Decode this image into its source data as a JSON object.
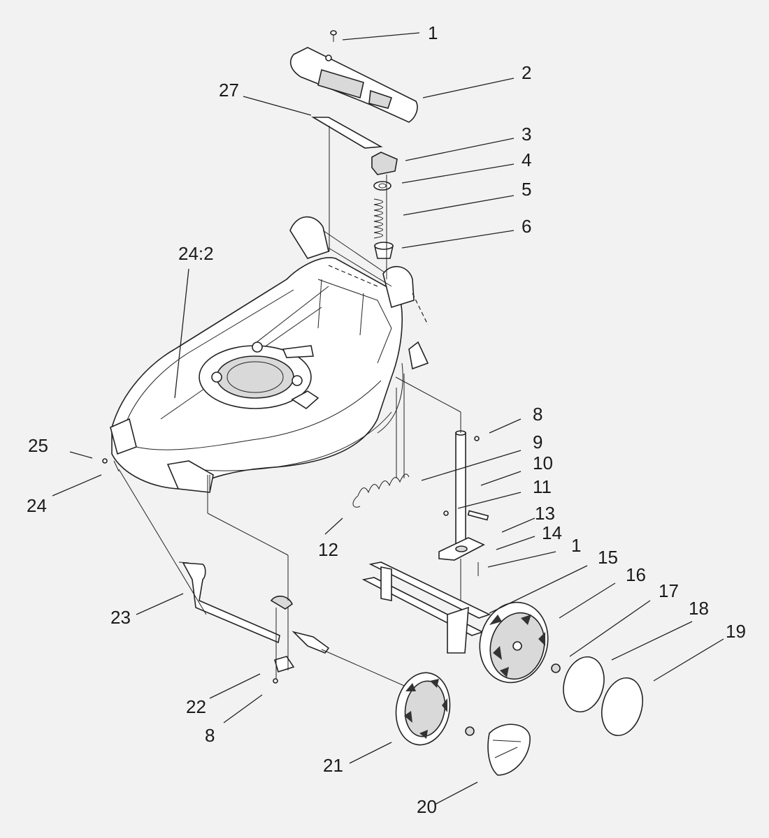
{
  "diagram": {
    "callouts": [
      {
        "id": "c1a",
        "text": "1"
      },
      {
        "id": "c2",
        "text": "2"
      },
      {
        "id": "c27",
        "text": "27"
      },
      {
        "id": "c3",
        "text": "3"
      },
      {
        "id": "c4",
        "text": "4"
      },
      {
        "id": "c5",
        "text": "5"
      },
      {
        "id": "c6",
        "text": "6"
      },
      {
        "id": "c24_2",
        "text": "24:2"
      },
      {
        "id": "c8a",
        "text": "8"
      },
      {
        "id": "c9",
        "text": "9"
      },
      {
        "id": "c10",
        "text": "10"
      },
      {
        "id": "c11",
        "text": "11"
      },
      {
        "id": "c25",
        "text": "25"
      },
      {
        "id": "c24",
        "text": "24"
      },
      {
        "id": "c13",
        "text": "13"
      },
      {
        "id": "c14",
        "text": "14"
      },
      {
        "id": "c1b",
        "text": "1"
      },
      {
        "id": "c12",
        "text": "12"
      },
      {
        "id": "c15",
        "text": "15"
      },
      {
        "id": "c16",
        "text": "16"
      },
      {
        "id": "c17",
        "text": "17"
      },
      {
        "id": "c18",
        "text": "18"
      },
      {
        "id": "c19",
        "text": "19"
      },
      {
        "id": "c23",
        "text": "23"
      },
      {
        "id": "c22",
        "text": "22"
      },
      {
        "id": "c8b",
        "text": "8"
      },
      {
        "id": "c21",
        "text": "21"
      },
      {
        "id": "c20",
        "text": "20"
      }
    ]
  }
}
